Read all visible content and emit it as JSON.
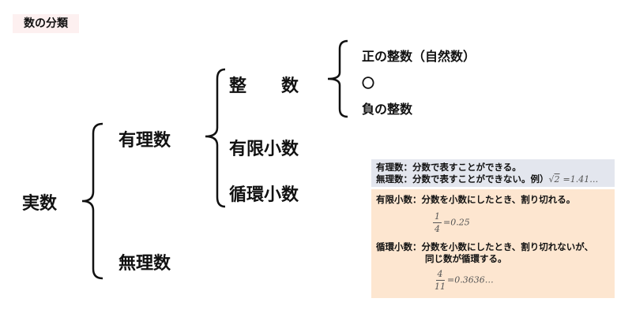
{
  "title": "数の分類",
  "root": "実数",
  "level1": [
    "有理数",
    "無理数"
  ],
  "level2": [
    "整　　数",
    "有限小数",
    "循環小数"
  ],
  "level3": [
    "正の整数（自然数）",
    "〇",
    "負の整数"
  ],
  "notes_gray": {
    "line1": "有理数：分数で表すことができる。",
    "line2": "無理数：分数で表すことができない。例）",
    "sqrt_radicand": "2",
    "sqrt_value": "=1.41…"
  },
  "notes_orange": {
    "finite": "有限小数：分数を小数にしたとき、割り切れる。",
    "finite_num": "1",
    "finite_den": "4",
    "finite_value": "=0.25",
    "recurring1": "循環小数：分数を小数にしたとき、割り切れないが、",
    "recurring2": "同じ数が循環する。",
    "recurring_num": "4",
    "recurring_den": "11",
    "recurring_value": "=0.3636…"
  },
  "colors": {
    "title_bg": "#fdf0f0",
    "gray_box": "#e3e6ee",
    "orange_box": "#fde6d0"
  }
}
